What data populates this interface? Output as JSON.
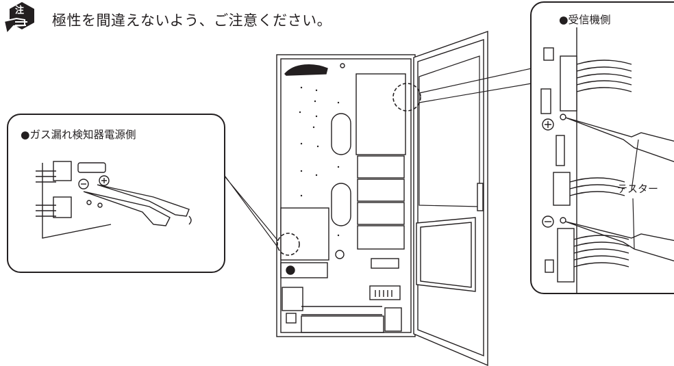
{
  "caution": {
    "badge": "注",
    "text": "極性を間違えないよう、ご注意ください。"
  },
  "left_panel": {
    "title": "●ガス漏れ検知器電源側"
  },
  "right_panel": {
    "title": "●受信機側",
    "tester_label": "テスター"
  },
  "colors": {
    "line": "#231f20",
    "background": "#ffffff"
  },
  "icons": [
    "caution-hand-icon",
    "plus-terminal-icon",
    "minus-terminal-icon",
    "screwdriver-probe-icon"
  ]
}
